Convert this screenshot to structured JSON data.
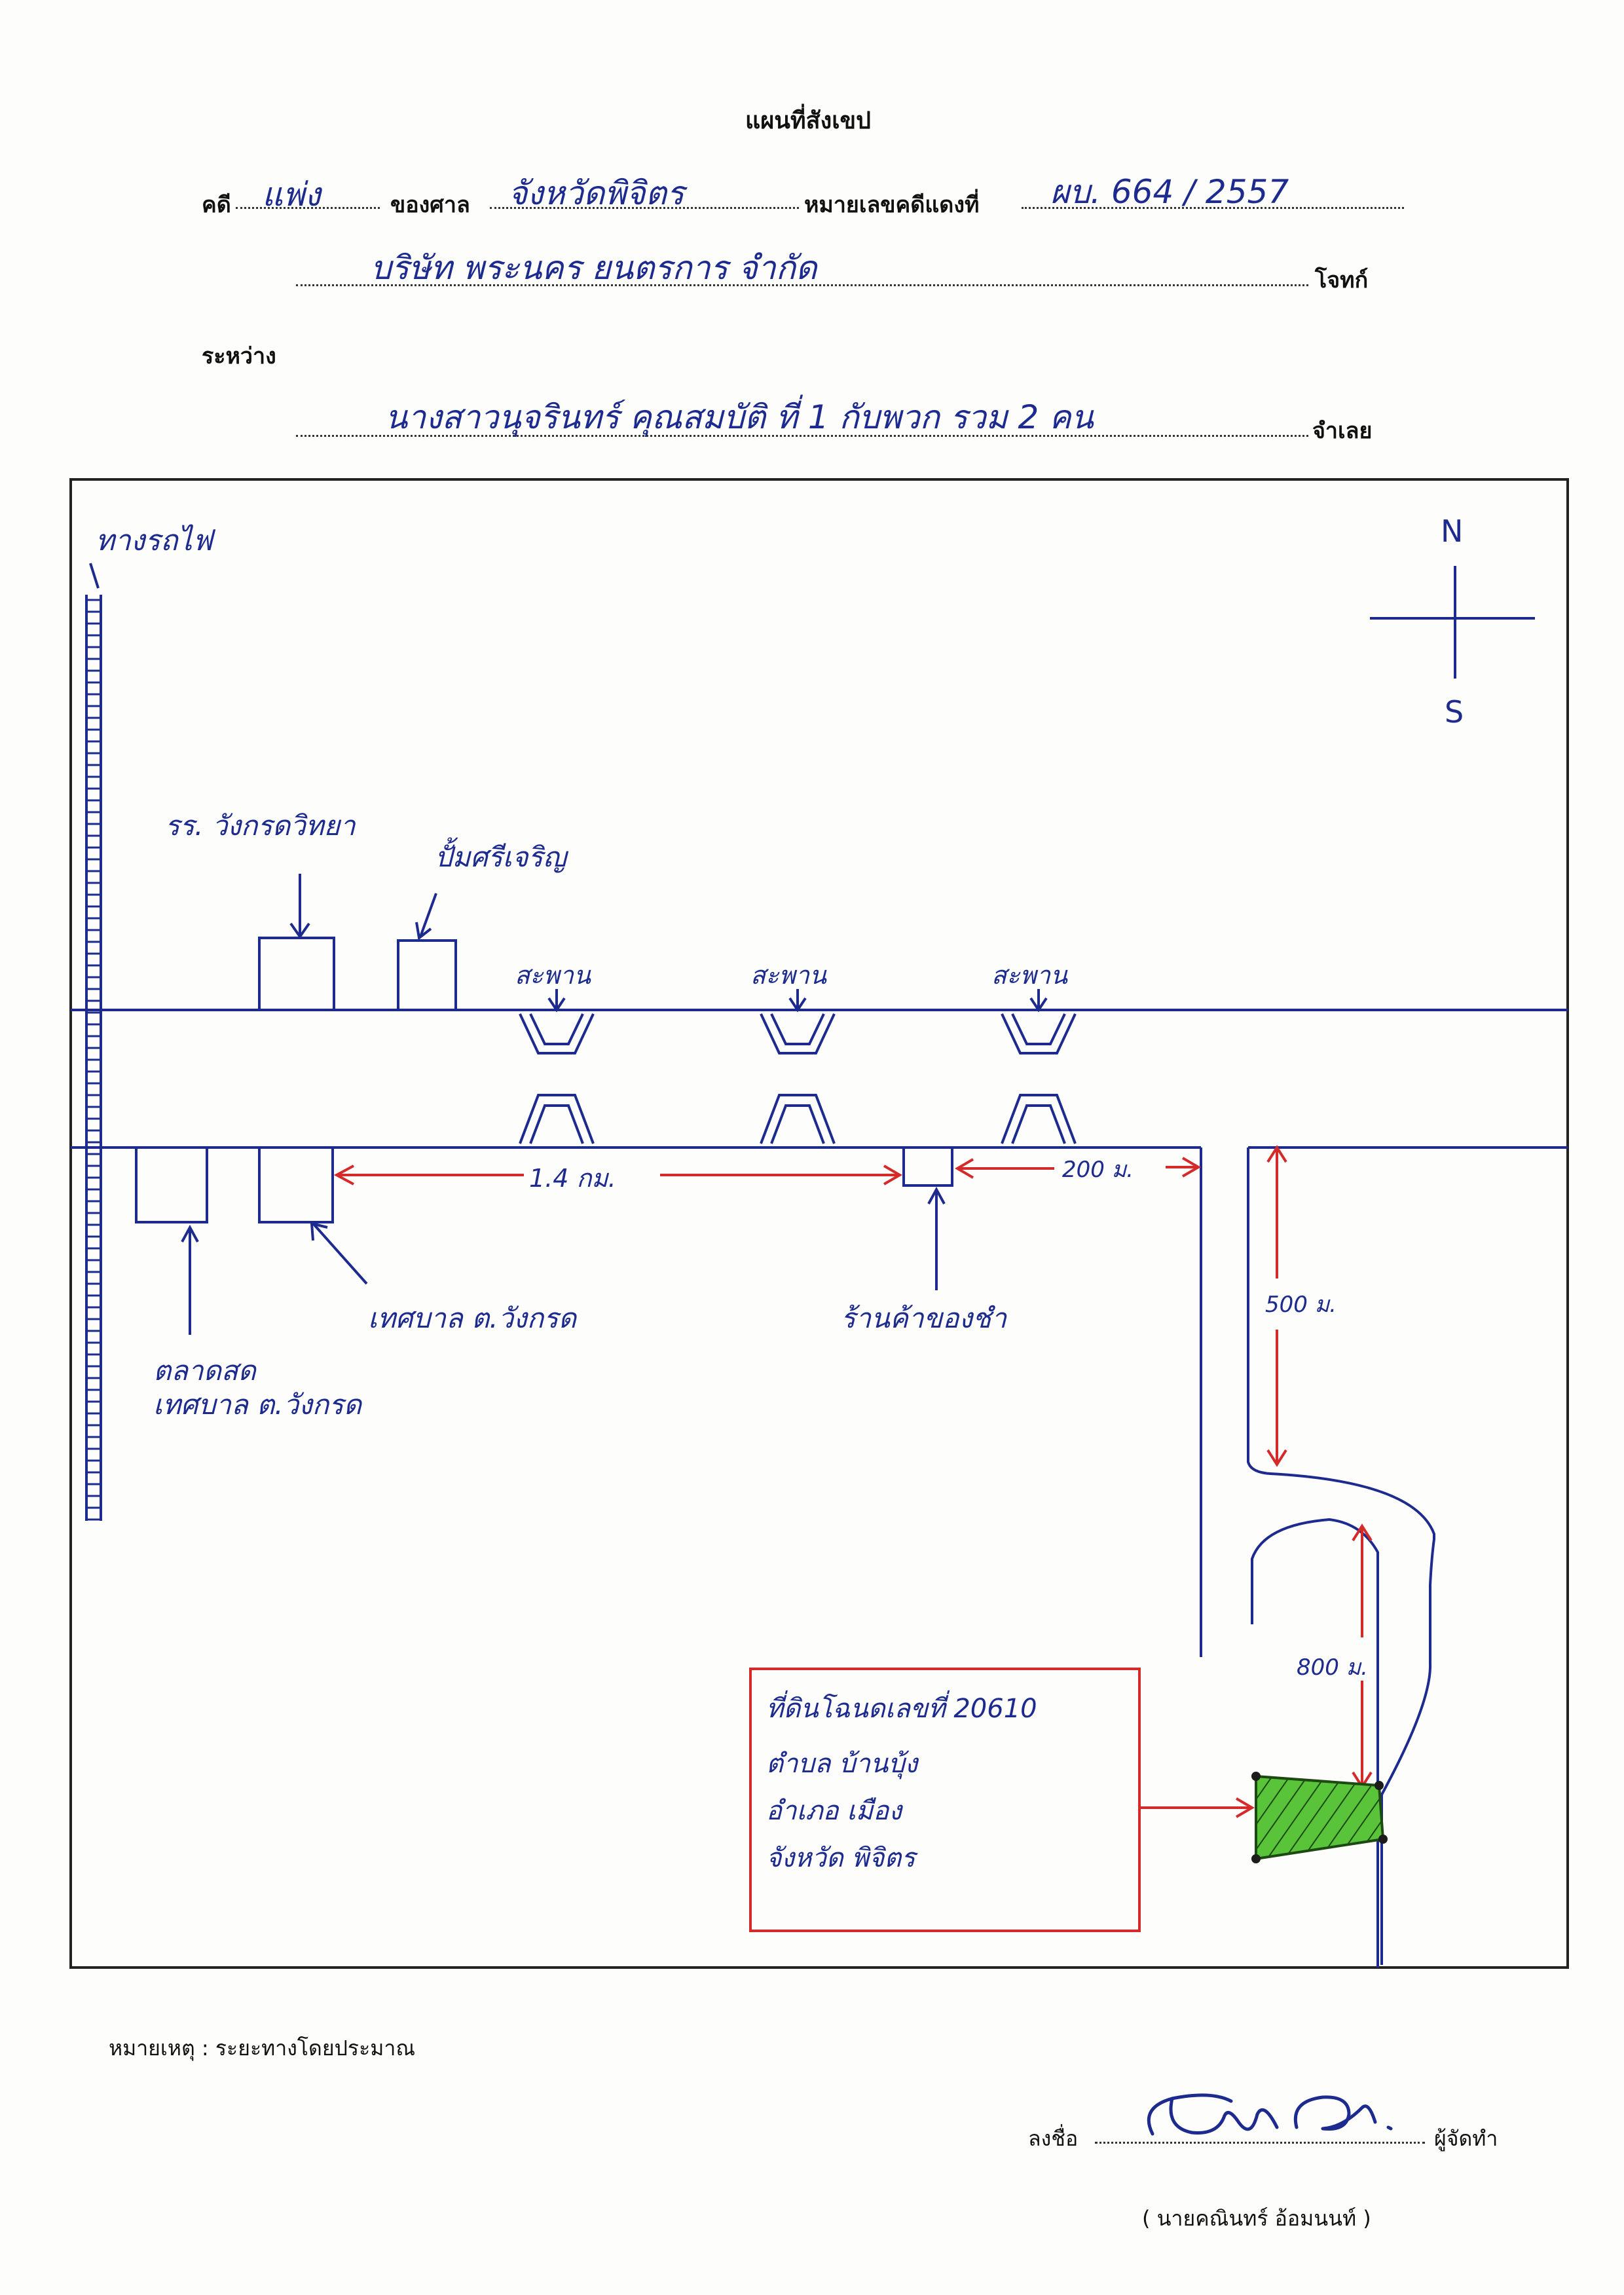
{
  "header": {
    "title": "แผนที่สังเขป",
    "case_label": "คดี",
    "case_type": "แพ่ง",
    "court_label": "ของศาล",
    "court_name": "จังหวัดพิจิตร",
    "red_no_label": "หมายเลขคดีแดงที่",
    "red_no_value": "ผบ. 664 / 2557",
    "plaintiff_name": "บริษัท พระนคร ยนตรการ จำกัด",
    "plaintiff_label": "โจทก์",
    "between_label": "ระหว่าง",
    "defendant_name": "นางสาวนุจรินทร์ คุณสมบัติ ที่ 1 กับพวก รวม 2 คน",
    "defendant_label": "จำเลย"
  },
  "map": {
    "railway_label": "ทางรถไฟ",
    "compass_n": "N",
    "compass_s": "S",
    "school_label": "รร. วังกรดวิทยา",
    "gas_label": "ปั้มศรีเจริญ",
    "bridge_labels": [
      "สะพาน",
      "สะพาน",
      "สะพาน"
    ],
    "distance_1": "1.4 กม.",
    "distance_2": "200 ม.",
    "distance_3": "500 ม.",
    "distance_4": "800 ม.",
    "municipality_label": "เทศบาล ต.วังกรด",
    "market_label_1": "ตลาดสด",
    "market_label_2": "เทศบาล ต.วังกรด",
    "shop_label": "ร้านค้าของชำ",
    "land_info": [
      "ที่ดินโฉนดเลขที่  20610",
      "ตำบล  บ้านบุ้ง",
      "อำเภอ  เมือง",
      "จังหวัด  พิจิตร"
    ],
    "colors": {
      "ink": "#1d2b8f",
      "red": "#d42a2a",
      "land_fill": "#59c33a"
    }
  },
  "footer": {
    "note": "หมายเหตุ : ระยะทางโดยประมาณ",
    "sign_label": "ลงชื่อ",
    "preparer_label": "ผู้จัดทำ",
    "preparer_name": "( นายคณินทร์ อ้อมนนท์ )"
  }
}
